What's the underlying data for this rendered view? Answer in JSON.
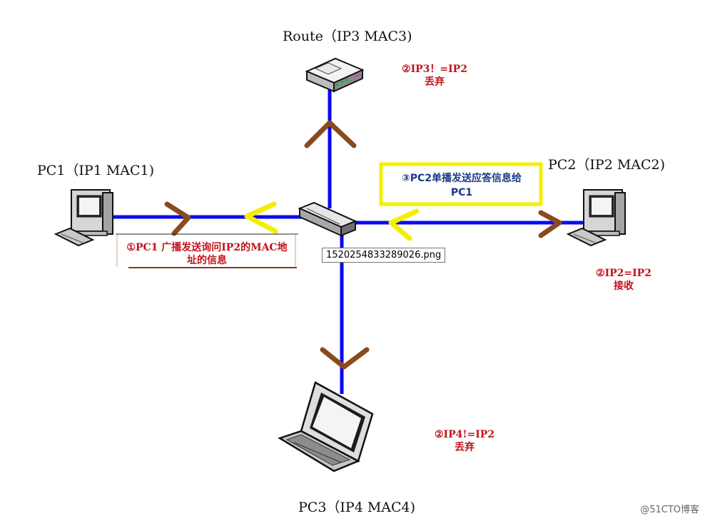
{
  "nodes": {
    "router": "Route（IP3 MAC3)",
    "pc1": "PC1（IP1 MAC1)",
    "pc2": "PC2（IP2 MAC2)",
    "pc3": "PC3（IP4 MAC4)"
  },
  "notes": {
    "router_line1": "②IP3！=IP2",
    "router_line2": "丢弃",
    "pc1_line1": "①PC1 广播发送询问IP2的MAC地",
    "pc1_line2": "址的信息",
    "pc2_recv_line1": "②IP2=IP2",
    "pc2_recv_line2": "接收",
    "pc3_line1": "②IP4!=IP2",
    "pc3_line2": "丢弃",
    "reply_line1": "③PC2单播发送应答信息给",
    "reply_line2": "PC1"
  },
  "tooltip": "1520254833289026.png",
  "watermark": "@51CTO博客",
  "colors": {
    "link": "#0a0af0",
    "broadcast_arrow": "#8b4a1e",
    "reply_arrow": "#f5ee00",
    "note_red": "#c0141c",
    "reply_text": "#1a3a8a"
  },
  "icons": {
    "router": "router-icon",
    "switch": "switch-icon",
    "pc1": "desktop-pc-icon",
    "pc2": "desktop-pc-icon",
    "pc3": "laptop-icon"
  }
}
